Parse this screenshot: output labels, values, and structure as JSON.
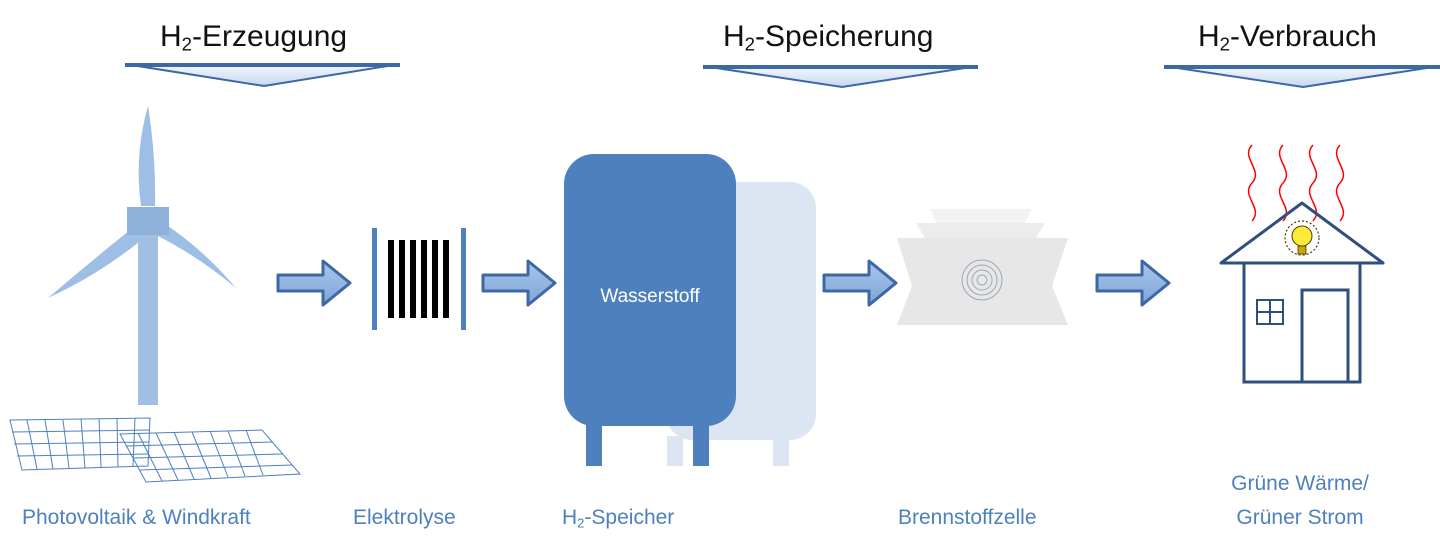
{
  "headers": {
    "production": {
      "prefix": "H",
      "sub": "2",
      "suffix": "-Erzeugung"
    },
    "storage": {
      "prefix": "H",
      "sub": "2",
      "suffix": "-Speicherung"
    },
    "consumption": {
      "prefix": "H",
      "sub": "2",
      "suffix": "-Verbrauch"
    }
  },
  "labels": {
    "pv_wind": "Photovoltaik & Windkraft",
    "electrolysis": "Elektrolyse",
    "storage": {
      "prefix": "H",
      "sub": "2",
      "suffix": "-Speicher"
    },
    "fuel_cell": "Brennstoffzelle",
    "green_line1": "Grüne Wärme/",
    "green_line2": "Grüner Strom"
  },
  "tank_text": "Wasserstoff",
  "icons": [
    "wind-turbine-icon",
    "solar-panel-icon",
    "electrolyzer-icon",
    "hydrogen-tank-icon",
    "fuel-cell-icon",
    "house-icon",
    "light-bulb-icon",
    "heat-waves-icon",
    "arrow-right-icon",
    "chevron-down-icon"
  ],
  "colors": {
    "accent": "#4e80bd",
    "light_blue": "#9dbfe6",
    "arrow_fill": "#8eb4e3",
    "tank_light": "#dce6f2",
    "fuel_cell_grey": "#e7e7e7",
    "heat_red": "#ff0000"
  }
}
